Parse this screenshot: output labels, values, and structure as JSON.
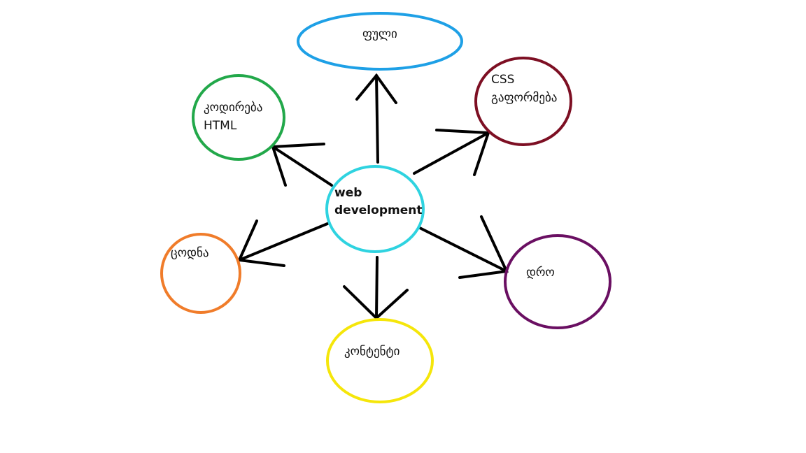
{
  "nodes": {
    "center": {
      "lines": [
        "web",
        "development"
      ],
      "color": "#2fd3e0"
    },
    "money": {
      "lines": [
        "ფული"
      ],
      "color": "#1ea0e6"
    },
    "css": {
      "lines": [
        "CSS",
        "გაფორმება"
      ],
      "color": "#7d0f23"
    },
    "html": {
      "lines": [
        "კოდირება",
        "HTML"
      ],
      "color": "#22a84a"
    },
    "knowledge": {
      "lines": [
        "ცოდნა"
      ],
      "color": "#f07c2a"
    },
    "time": {
      "lines": [
        "დრო"
      ],
      "color": "#6a0f62"
    },
    "content": {
      "lines": [
        "კონტენტი"
      ],
      "color": "#f5e60a"
    }
  },
  "arrow_color": "#000000"
}
